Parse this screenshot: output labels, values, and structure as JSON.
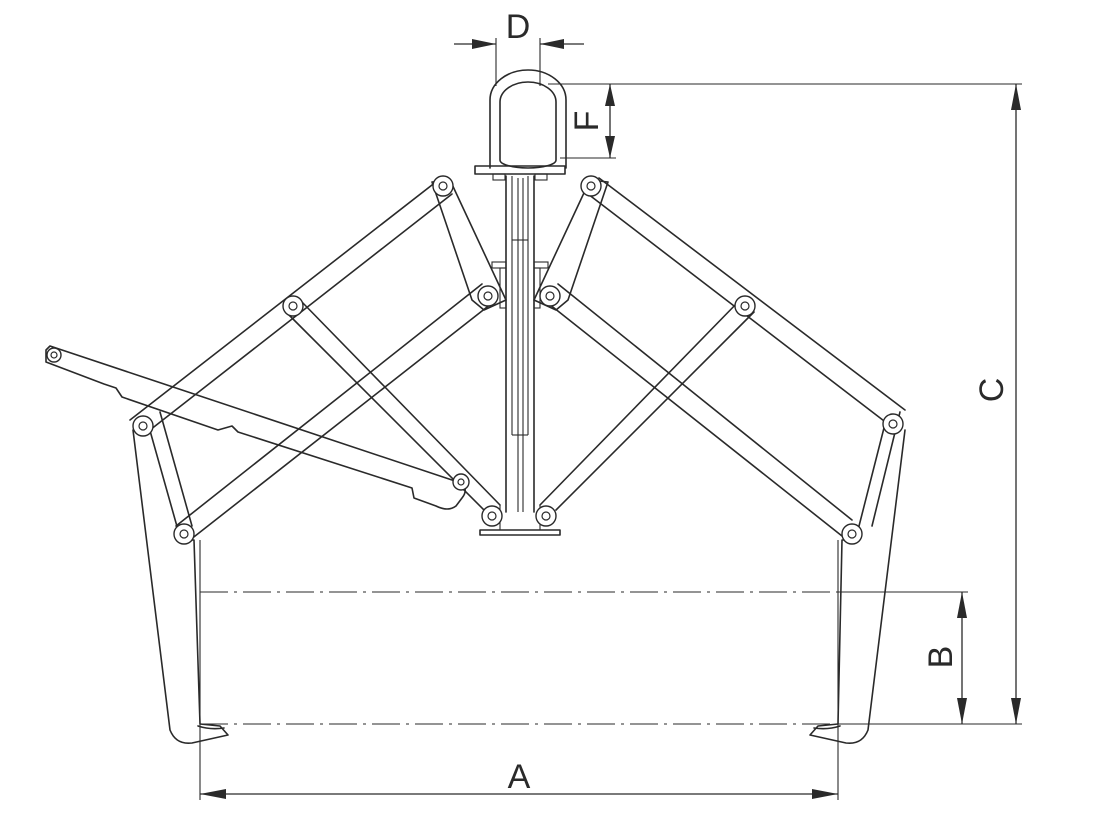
{
  "drawing": {
    "dimension_labels": {
      "a": "A",
      "b": "B",
      "c": "C",
      "d": "D",
      "f": "F"
    }
  }
}
